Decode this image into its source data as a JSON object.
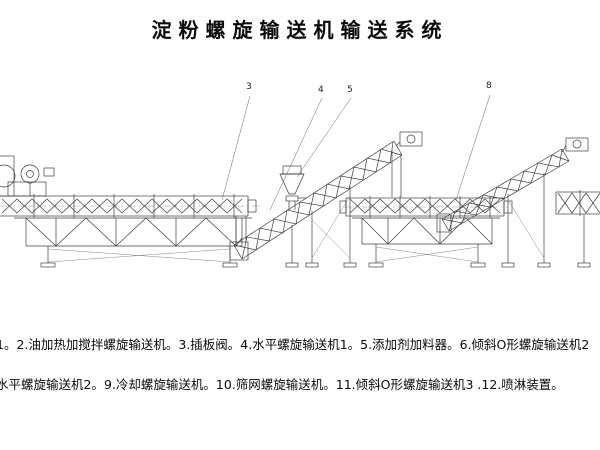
{
  "title": "淀粉螺旋输送机输送系统",
  "caption": {
    "line1": "1。2.油加热加搅拌螺旋输送机。3.插板阀。4.水平螺旋输送机1。5.添加剂加料器。6.倾斜O形螺旋输送机2",
    "line2": "水平螺旋输送机2。9.冷却螺旋输送机。10.筛网螺旋输送机。11.倾斜O形螺旋输送机3 .12.喷淋装置。"
  },
  "callouts": [
    {
      "label": "3"
    },
    {
      "label": "4"
    },
    {
      "label": "5"
    },
    {
      "label": "8"
    }
  ],
  "colors": {
    "line": "#3f3f3f",
    "thin": "#777777",
    "text": "#111111",
    "background": "#ffffff"
  }
}
